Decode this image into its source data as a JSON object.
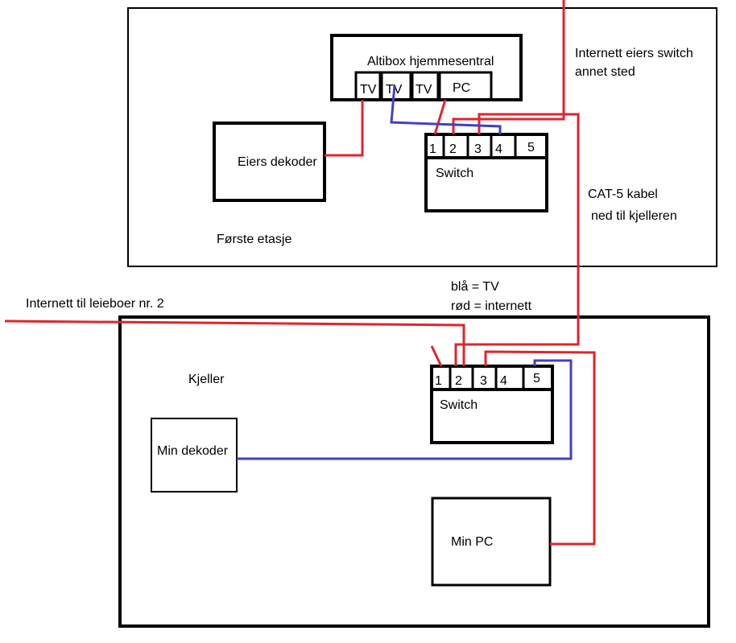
{
  "floors": {
    "upper": "Første etasje",
    "basement": "Kjeller"
  },
  "router": {
    "title": "Altibox hjemmesentral",
    "ports": [
      "TV",
      "TV",
      "TV",
      "PC"
    ]
  },
  "owner_decoder": "Eiers dekoder",
  "upper_switch": {
    "label": "Switch",
    "ports": [
      "1",
      "2",
      "3",
      "4",
      "5"
    ]
  },
  "lower_switch": {
    "label": "Switch",
    "ports": [
      "1",
      "2",
      "3",
      "4",
      "5"
    ]
  },
  "my_decoder": "Min dekoder",
  "my_pc": "Min PC",
  "notes": {
    "owner_internet_1": "Internett eiers switch",
    "owner_internet_2": "annet sted",
    "cat5_1": "CAT-5 kabel",
    "cat5_2": "ned til kjelleren",
    "legend_blue": "blå = TV",
    "legend_red": "rød = internett",
    "tenant2": "Internett til leieboer nr. 2"
  },
  "colors": {
    "tv_cable": "#4040c8",
    "internet_cable": "#e0252b"
  }
}
